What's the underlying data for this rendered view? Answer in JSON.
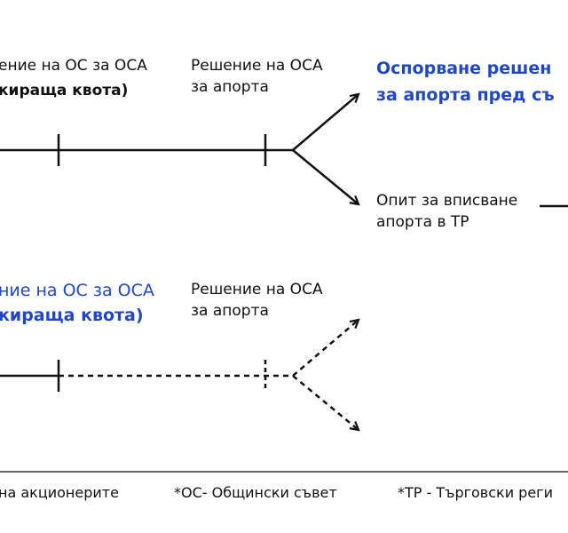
{
  "colors": {
    "blue": "#1f47c7",
    "line": "#111111"
  },
  "row1": {
    "label1_line1": "ение на ОС за ОСА",
    "label1_line2": "кираща квота)",
    "label2_line1": "Решение на ОСА",
    "label2_line2": "за апорта",
    "branch_up_line1": "Оспорване решен",
    "branch_up_line2": "за апорта пред съ",
    "branch_down_line1": "Опит за вписване",
    "branch_down_line2": "апорта в ТР"
  },
  "row2": {
    "label1_line1": "ние на ОС за ОСА",
    "label1_line2": "кираща квота)",
    "label2_line1": "Решение на ОСА",
    "label2_line2": "за апорта"
  },
  "footer": {
    "note1": "на акционерите",
    "note2": "*ОС- Общински съвет",
    "note3": "*ТР - Търговски реги"
  }
}
